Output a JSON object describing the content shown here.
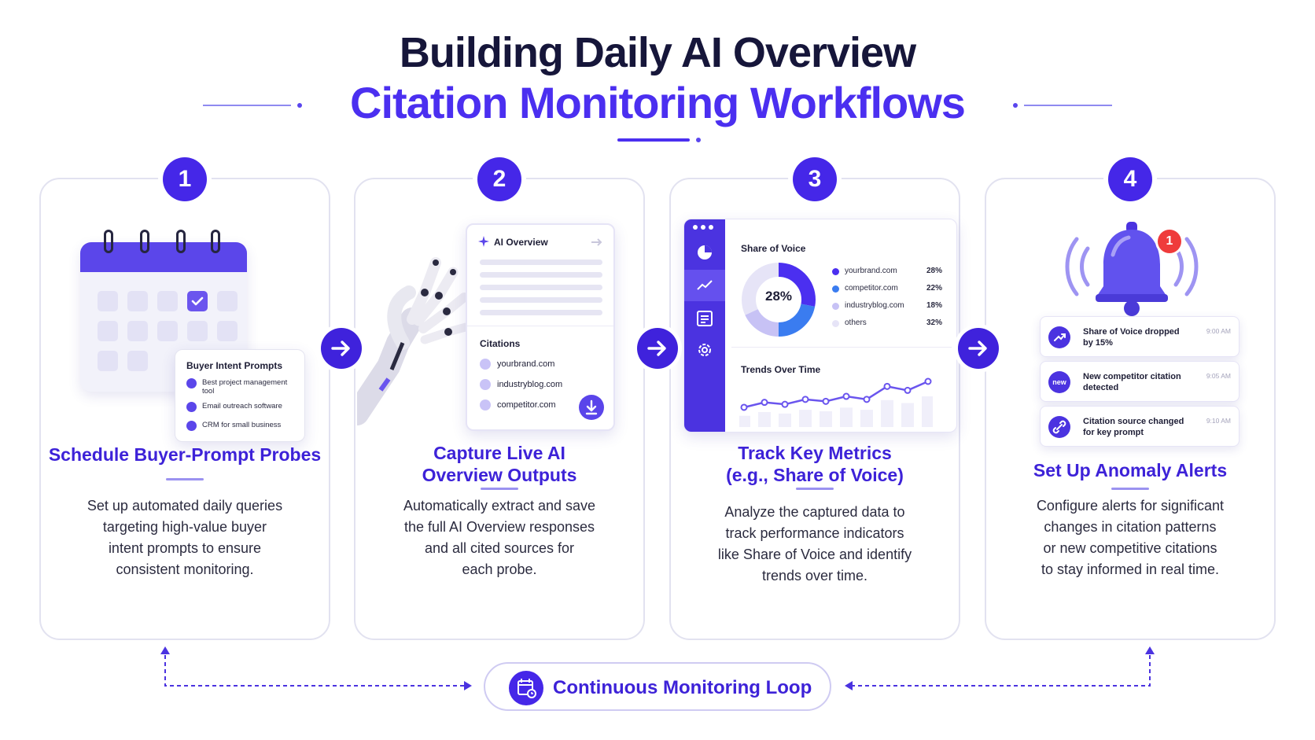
{
  "header": {
    "line1": "Building Daily AI Overview",
    "line2": "Citation Monitoring Workflows"
  },
  "colors": {
    "primary": "#4527e8",
    "accent": "#5b46ea",
    "light": "#e3e2f5"
  },
  "steps": [
    {
      "number": "1",
      "title": "Schedule Buyer-Prompt Probes",
      "description": [
        "Set up automated daily queries",
        "targeting high-value buyer",
        "intent prompts to ensure",
        "consistent monitoring."
      ],
      "illustration": {
        "icon": "calendar-icon",
        "card_title": "Buyer Intent Prompts",
        "items": [
          "Best project management tool",
          "Email outreach software",
          "CRM for small business"
        ]
      }
    },
    {
      "number": "2",
      "title": [
        "Capture Live AI",
        "Overview Outputs"
      ],
      "description": [
        "Automatically extract and save",
        "the full AI Overview responses",
        "and all cited sources for",
        "each probe."
      ],
      "illustration": {
        "icon": "robot-hand-icon",
        "panel_title": "AI Overview",
        "citations_title": "Citations",
        "citations": [
          "yourbrand.com",
          "industryblog.com",
          "competitor.com"
        ]
      }
    },
    {
      "number": "3",
      "title": [
        "Track Key Metrics",
        "(e.g., Share of Voice)"
      ],
      "description": [
        "Analyze the captured data to",
        "track performance indicators",
        "like Share of Voice and identify",
        "trends over time."
      ],
      "illustration": {
        "icon": "dashboard-icon",
        "sov_title": "Share of Voice",
        "center_value": "28%",
        "legend": [
          {
            "name": "yourbrand.com",
            "value": "28%",
            "pct": 28,
            "color": "#4b2ff0"
          },
          {
            "name": "competitor.com",
            "value": "22%",
            "pct": 22,
            "color": "#3a7cf0"
          },
          {
            "name": "industryblog.com",
            "value": "18%",
            "pct": 18,
            "color": "#c7c2f5"
          },
          {
            "name": "others",
            "value": "32%",
            "pct": 32,
            "color": "#e6e4f7"
          }
        ],
        "trend_title": "Trends Over Time",
        "trend_points": [
          3,
          4,
          3.6,
          4.6,
          4.2,
          5.2,
          4.6,
          7.2,
          6.4,
          8.2
        ]
      }
    },
    {
      "number": "4",
      "title": "Set Up Anomaly Alerts",
      "description": [
        "Configure alerts for significant",
        "changes in citation patterns",
        "or new competitive citations",
        "to stay informed in real time."
      ],
      "illustration": {
        "icon": "bell-icon",
        "badge_count": "1",
        "alerts": [
          {
            "icon": "trend-up-icon",
            "text": [
              "Share of Voice dropped",
              "by 15%"
            ],
            "time": "9:00 AM"
          },
          {
            "icon": "new-icon",
            "icon_text": "new",
            "text": [
              "New competitor citation",
              "detected"
            ],
            "time": "9:05 AM"
          },
          {
            "icon": "link-icon",
            "text": [
              "Citation source changed",
              "for key prompt"
            ],
            "time": "9:10 AM"
          }
        ]
      }
    }
  ],
  "loop": {
    "label": "Continuous Monitoring Loop",
    "icon": "calendar-loop-icon"
  }
}
